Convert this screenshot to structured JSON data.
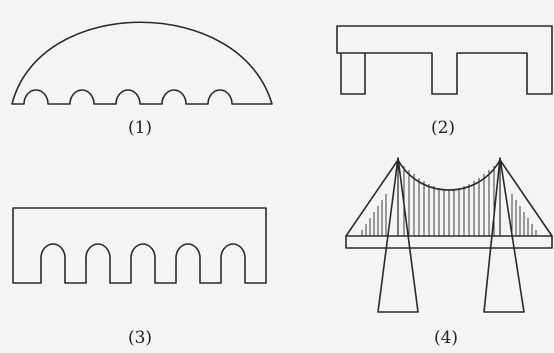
{
  "figures": [
    {
      "id": "bridge-1",
      "label": "(1)"
    },
    {
      "id": "bridge-2",
      "label": "(2)"
    },
    {
      "id": "bridge-3",
      "label": "(3)"
    },
    {
      "id": "bridge-4",
      "label": "(4)"
    }
  ],
  "colors": {
    "stroke": "#2a2a2a",
    "background": "#f4f4f2",
    "fill": "#ffffff"
  }
}
